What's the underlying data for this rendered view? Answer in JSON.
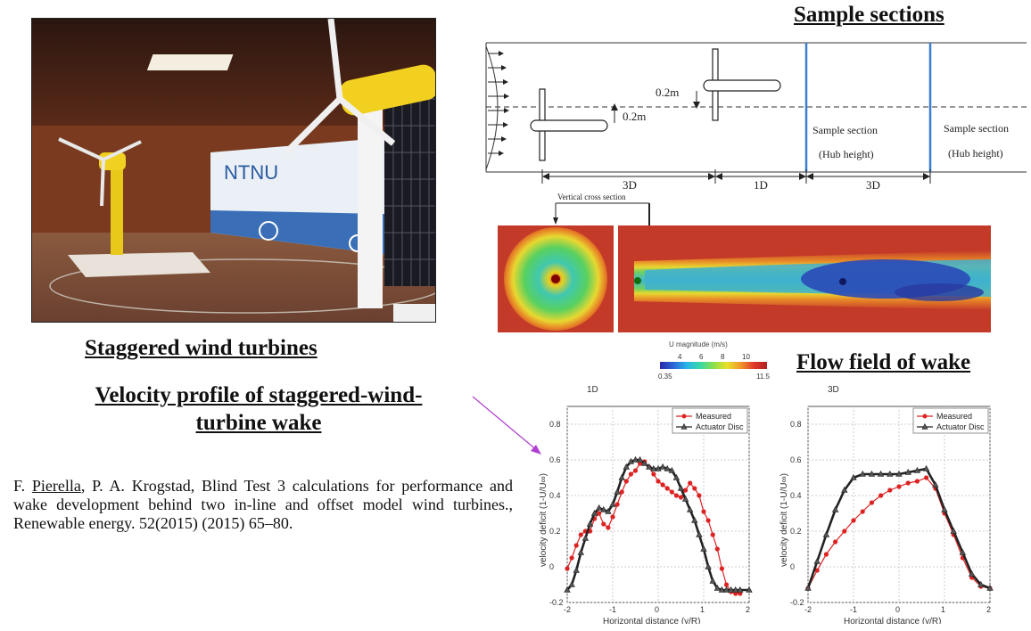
{
  "photo": {
    "title": "Staggered wind turbines",
    "banner_text": "NTNU"
  },
  "sample_sections": {
    "title": "Sample sections",
    "labels": {
      "offset_top": "0.2m",
      "offset_bottom": "0.2m",
      "sample_section_1": [
        "Sample section",
        "(Hub height)"
      ],
      "sample_section_2": [
        "Sample section",
        "(Hub height)"
      ],
      "dim_1": "3D",
      "dim_2": "1D",
      "dim_3": "3D",
      "vertical_cross_section": "Vertical cross section"
    }
  },
  "flow_field": {
    "title": "Flow field of wake",
    "colorbar_title": "U magnitude (m/s)",
    "colorbar_ticks": [
      "0.35",
      "4",
      "6",
      "8",
      "10",
      "11.5"
    ]
  },
  "velocity_profile": {
    "title_line1": "Velocity profile of staggered-wind-",
    "title_line2": "turbine wake"
  },
  "citation": {
    "author1": "Pierella",
    "text_after_author1": ", P. A. Krogstad, Blind Test 3 calculations for performance and wake development behind two in-line and offset model wind turbines., Renewable energy. 52(2015) (2015) 65–80.",
    "prefix": "F. "
  },
  "chart_data": [
    {
      "type": "line",
      "title": "1D",
      "xlabel": "Horizontal distance (y/R)",
      "ylabel": "velocity deficit (1-U/U∞)",
      "xlim": [
        -2,
        2
      ],
      "ylim": [
        -0.2,
        0.9
      ],
      "xticks": [
        "-2",
        "-1",
        "0",
        "1",
        "2"
      ],
      "yticks": [
        "-0.2",
        "0",
        "0.2",
        "0.4",
        "0.6",
        "0.8"
      ],
      "series": [
        {
          "name": "Measured",
          "color": "#dd2222",
          "marker": "circle",
          "x": [
            -2.0,
            -1.9,
            -1.8,
            -1.7,
            -1.6,
            -1.5,
            -1.4,
            -1.3,
            -1.2,
            -1.1,
            -1.0,
            -0.9,
            -0.8,
            -0.7,
            -0.6,
            -0.5,
            -0.4,
            -0.3,
            -0.2,
            -0.1,
            0.0,
            0.1,
            0.2,
            0.3,
            0.4,
            0.5,
            0.6,
            0.7,
            0.8,
            0.9,
            1.0,
            1.1,
            1.2,
            1.3,
            1.4,
            1.5,
            1.6,
            1.7,
            1.8
          ],
          "y": [
            -0.01,
            0.05,
            0.12,
            0.18,
            0.2,
            0.2,
            0.27,
            0.3,
            0.24,
            0.22,
            0.28,
            0.35,
            0.42,
            0.48,
            0.52,
            0.54,
            0.58,
            0.59,
            0.56,
            0.52,
            0.48,
            0.46,
            0.44,
            0.42,
            0.4,
            0.39,
            0.43,
            0.47,
            0.44,
            0.4,
            0.31,
            0.26,
            0.18,
            0.1,
            -0.01,
            -0.1,
            -0.14,
            -0.15,
            -0.15
          ]
        },
        {
          "name": "Actuator Disc",
          "color": "#222222",
          "marker": "triangle",
          "x": [
            -2.0,
            -1.9,
            -1.8,
            -1.7,
            -1.6,
            -1.5,
            -1.4,
            -1.3,
            -1.2,
            -1.1,
            -1.0,
            -0.9,
            -0.8,
            -0.7,
            -0.6,
            -0.5,
            -0.4,
            -0.3,
            -0.2,
            -0.1,
            0.0,
            0.1,
            0.2,
            0.3,
            0.4,
            0.5,
            0.6,
            0.7,
            0.8,
            0.9,
            1.0,
            1.1,
            1.2,
            1.3,
            1.4,
            1.5,
            1.6,
            1.7,
            1.8,
            2.0
          ],
          "y": [
            -0.13,
            -0.1,
            -0.02,
            0.08,
            0.16,
            0.24,
            0.3,
            0.33,
            0.32,
            0.31,
            0.35,
            0.42,
            0.5,
            0.56,
            0.59,
            0.6,
            0.6,
            0.58,
            0.56,
            0.55,
            0.55,
            0.56,
            0.55,
            0.54,
            0.5,
            0.44,
            0.38,
            0.32,
            0.26,
            0.18,
            0.1,
            0.0,
            -0.08,
            -0.12,
            -0.13,
            -0.13,
            -0.13,
            -0.13,
            -0.13,
            -0.13
          ]
        }
      ]
    },
    {
      "type": "line",
      "title": "3D",
      "xlabel": "Horizontal distance (y/R)",
      "ylabel": "velocity deficit (1-U/U∞)",
      "xlim": [
        -2,
        2
      ],
      "ylim": [
        -0.2,
        0.9
      ],
      "xticks": [
        "-2",
        "-1",
        "0",
        "1",
        "2"
      ],
      "yticks": [
        "-0.2",
        "0",
        "0.2",
        "0.4",
        "0.6",
        "0.8"
      ],
      "series": [
        {
          "name": "Measured",
          "color": "#dd2222",
          "marker": "circle",
          "x": [
            -2.0,
            -1.8,
            -1.6,
            -1.4,
            -1.2,
            -1.0,
            -0.8,
            -0.6,
            -0.4,
            -0.2,
            0.0,
            0.2,
            0.4,
            0.6,
            0.8,
            1.0,
            1.2,
            1.4,
            1.6,
            1.8,
            2.0
          ],
          "y": [
            -0.12,
            -0.02,
            0.07,
            0.14,
            0.2,
            0.26,
            0.31,
            0.36,
            0.4,
            0.43,
            0.45,
            0.47,
            0.48,
            0.5,
            0.44,
            0.3,
            0.18,
            0.05,
            -0.06,
            -0.11,
            -0.12
          ]
        },
        {
          "name": "Actuator Disc",
          "color": "#222222",
          "marker": "triangle",
          "x": [
            -2.0,
            -1.8,
            -1.6,
            -1.4,
            -1.2,
            -1.0,
            -0.8,
            -0.6,
            -0.4,
            -0.2,
            0.0,
            0.2,
            0.4,
            0.6,
            0.8,
            1.0,
            1.2,
            1.4,
            1.6,
            1.8,
            2.0
          ],
          "y": [
            -0.12,
            0.03,
            0.18,
            0.32,
            0.43,
            0.5,
            0.52,
            0.52,
            0.52,
            0.52,
            0.52,
            0.53,
            0.54,
            0.55,
            0.46,
            0.32,
            0.2,
            0.08,
            -0.04,
            -0.1,
            -0.12
          ]
        }
      ]
    }
  ]
}
